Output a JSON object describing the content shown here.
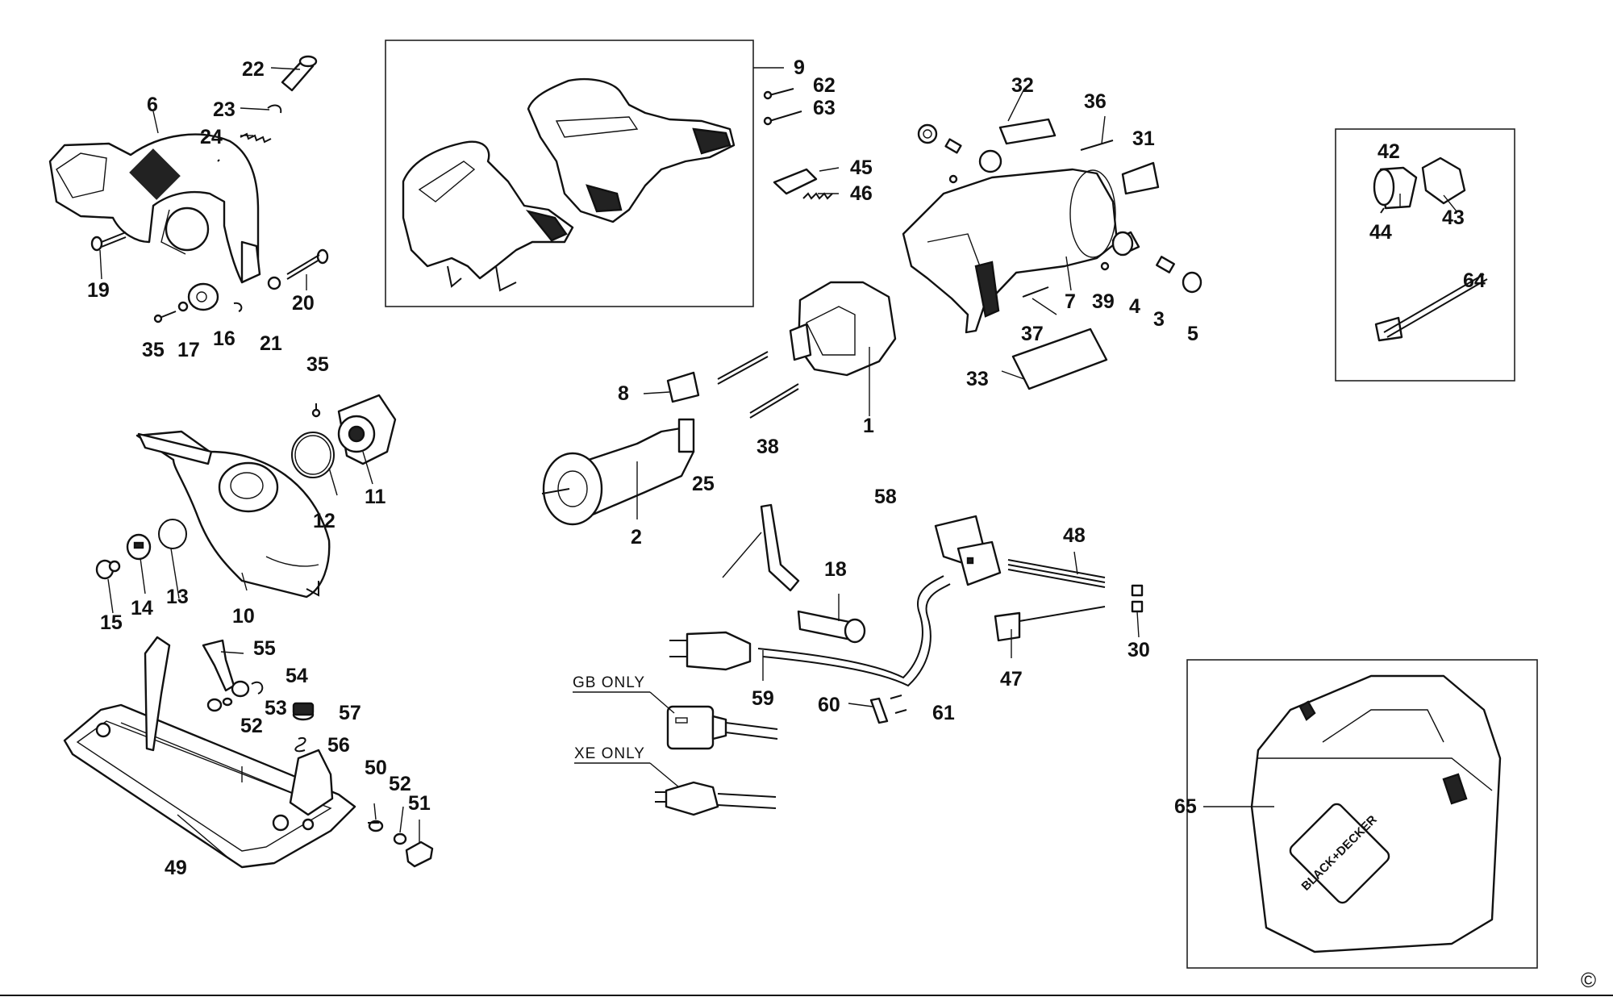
{
  "diagram": {
    "part_numbers": [
      "1",
      "2",
      "3",
      "4",
      "5",
      "6",
      "7",
      "8",
      "9",
      "10",
      "11",
      "12",
      "13",
      "14",
      "15",
      "16",
      "17",
      "18",
      "19",
      "20",
      "21",
      "22",
      "23",
      "24",
      "25",
      "30",
      "31",
      "32",
      "33",
      "35",
      "35",
      "36",
      "37",
      "38",
      "39",
      "42",
      "43",
      "44",
      "45",
      "46",
      "47",
      "48",
      "49",
      "50",
      "51",
      "52",
      "52",
      "53",
      "54",
      "55",
      "56",
      "57",
      "58",
      "59",
      "60",
      "61",
      "62",
      "63",
      "64",
      "65"
    ],
    "region_labels": {
      "gb": "GB ONLY",
      "xe": "XE ONLY"
    },
    "brand_text": "BLACK+DECKER",
    "copyright": "©"
  }
}
